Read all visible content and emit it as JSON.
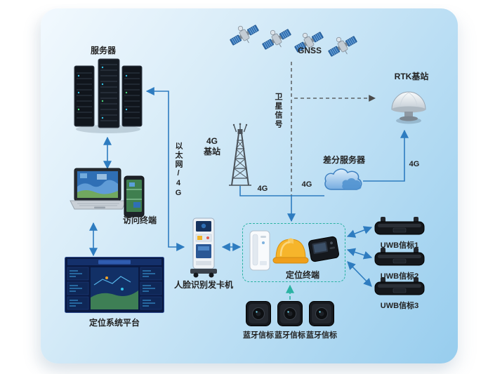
{
  "labels": {
    "server": "服务器",
    "gnss": "GNSS",
    "rtk_station": "RTK基站",
    "satellite_signal": "卫星信号",
    "g4_station": "4G\n基站",
    "ethernet_4g": "以太网/4G",
    "diff_server": "差分服务器",
    "g4_left": "4G",
    "g4_mid": "4G",
    "g4_right": "4G",
    "access_terminal": "访问终端",
    "platform": "定位系统平台",
    "face_machine": "人脸识别发卡机",
    "positioning_terminal": "定位终端",
    "uwb_beacon_1": "UWB信标1",
    "uwb_beacon_2": "UWB信标2",
    "uwb_beacon_3": "UWB信标3",
    "bt_beacon_1": "蓝牙信标",
    "bt_beacon_2": "蓝牙信标",
    "bt_beacon_3": "蓝牙信标"
  },
  "colors": {
    "arrow_blue": "#2e7cc0",
    "dashed_dark": "#4a4a4a",
    "teal_accent": "#2bb3a3",
    "panel_gradient_start": "#f2f9fe",
    "panel_gradient_end": "#97cdee",
    "helmet_yellow": "#f6b52b"
  }
}
